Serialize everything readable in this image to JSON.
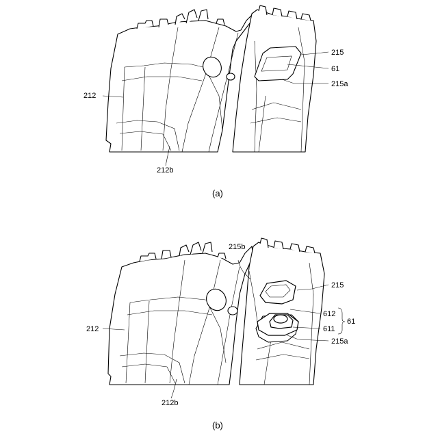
{
  "figure_a": {
    "caption": "(a)",
    "labels": {
      "l212": "212",
      "l212b": "212b",
      "l215": "215",
      "l61": "61",
      "l215a": "215a"
    }
  },
  "figure_b": {
    "caption": "(b)",
    "labels": {
      "l212": "212",
      "l212b": "212b",
      "l215b": "215b",
      "l215": "215",
      "l612": "612",
      "l611": "611",
      "l61": "61",
      "l215a": "215a"
    }
  }
}
